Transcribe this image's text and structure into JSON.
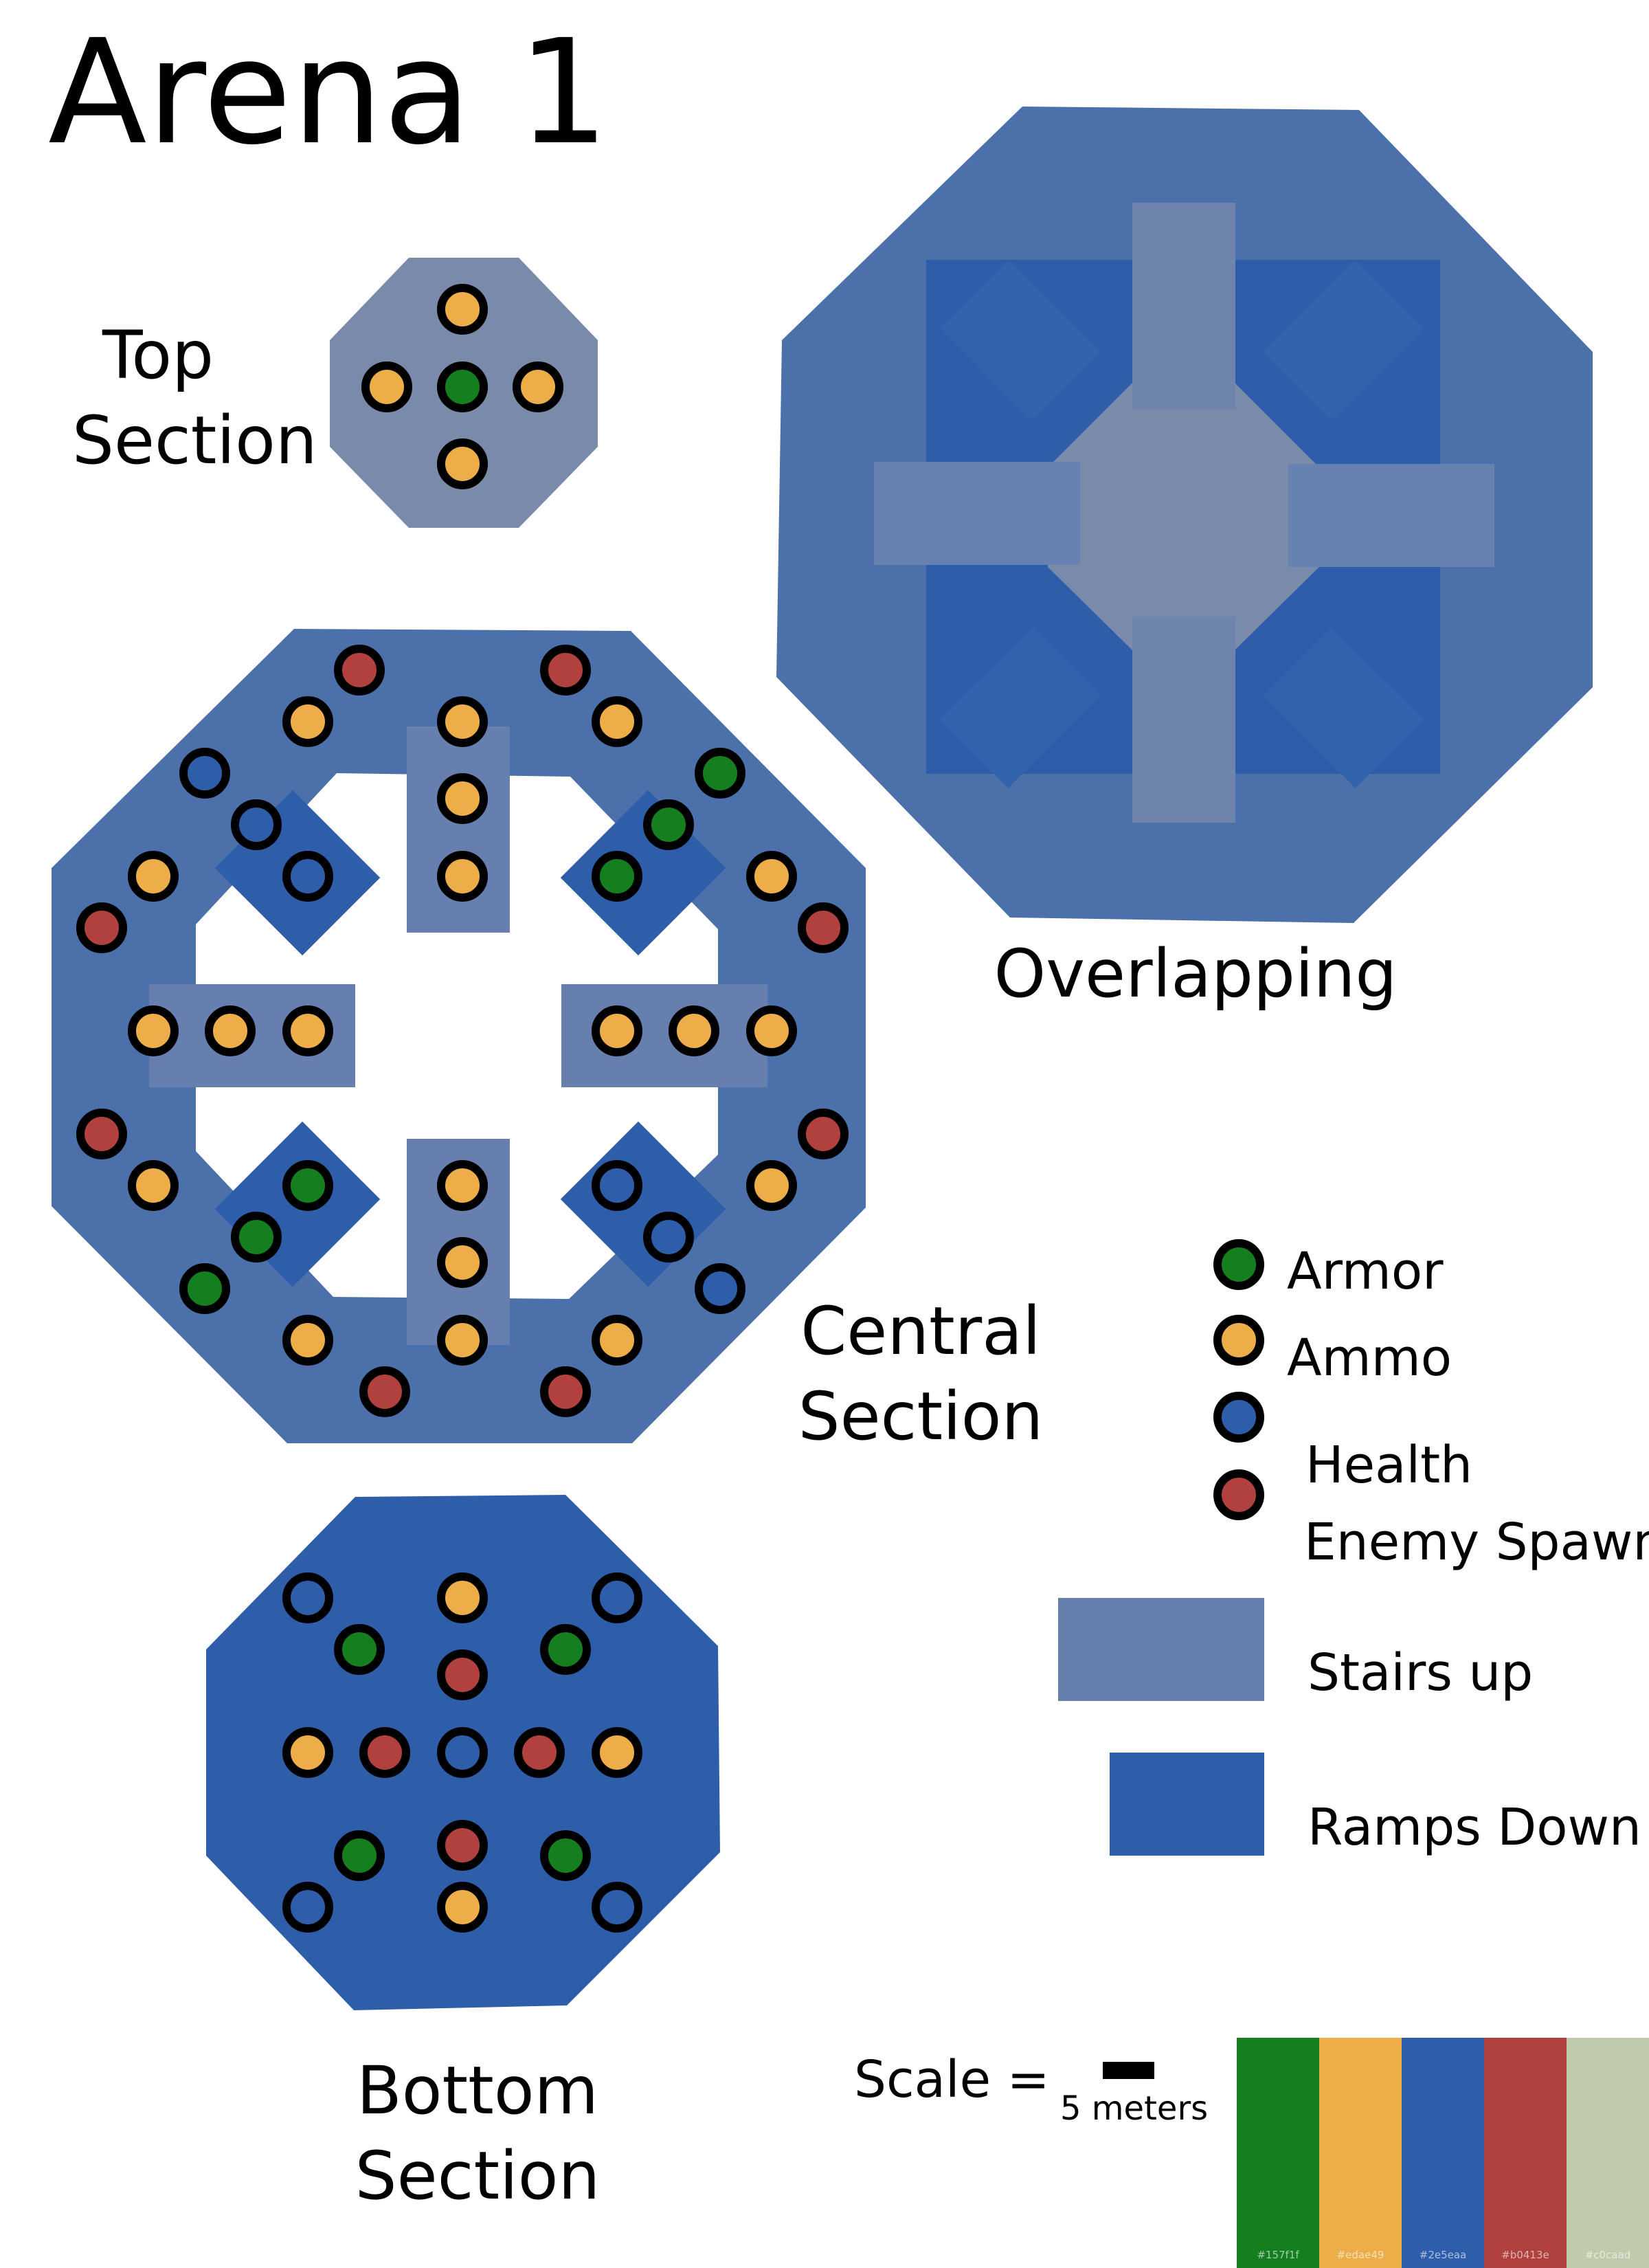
{
  "title": "Arena 1",
  "sections": {
    "top": "Top Section",
    "overlapping": "Overlapping",
    "central": "Central Section",
    "bottom": "Bottom Section"
  },
  "legend": {
    "armor": "Armor",
    "ammo": "Ammo",
    "health": "Health",
    "enemy_spawn": "Enemy Spawn",
    "stairs_up": "Stairs up",
    "ramps_down": "Ramps Down"
  },
  "scale": {
    "label": "Scale =",
    "unit": "5 meters"
  },
  "colors": {
    "armor": "#157f1f",
    "ammo": "#edae49",
    "health": "#2e5eaa",
    "enemy": "#b0413e",
    "neutral": "#c0caad",
    "floor": "#4c70aa",
    "stairs": "#667fae",
    "ramp": "#2e5eaa",
    "top_floor": "#7a8aaa",
    "hub": "#7a8aaa"
  },
  "palette": [
    {
      "hex": "#157f1f",
      "label": "#157f1f"
    },
    {
      "hex": "#edae49",
      "label": "#edae49"
    },
    {
      "hex": "#2e5eaa",
      "label": "#2e5eaa"
    },
    {
      "hex": "#b0413e",
      "label": "#b0413e"
    },
    {
      "hex": "#c0caad",
      "label": "#c0caad"
    }
  ]
}
